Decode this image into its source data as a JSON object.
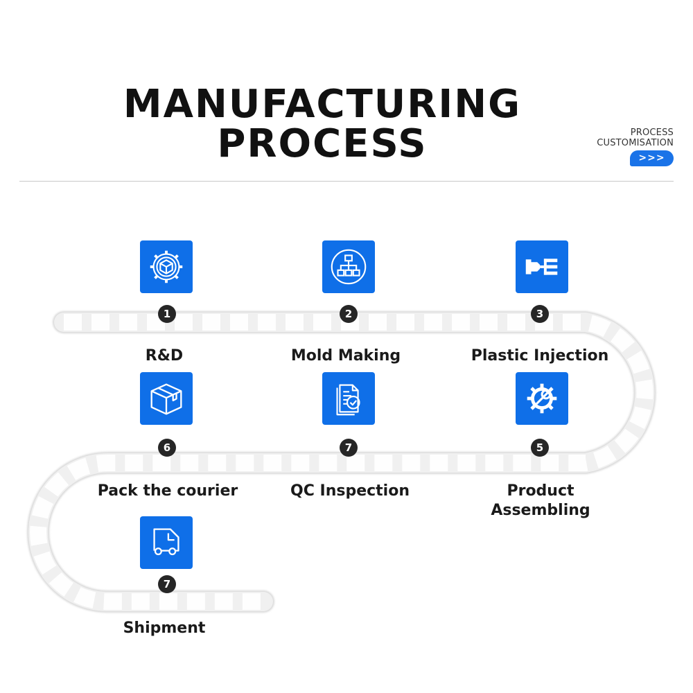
{
  "header": {
    "title_line1": "MANUFACTURING",
    "title_line2": "PROCESS",
    "customise_line1": "PROCESS",
    "customise_line2": "CUSTOMISATION",
    "arrow_label": ">>>"
  },
  "colors": {
    "accent": "#0f6fe8",
    "badge": "#262626",
    "track": "#ededed"
  },
  "steps": [
    {
      "number": "1",
      "label": "R&D",
      "icon": "gear-cube-icon"
    },
    {
      "number": "2",
      "label": "Mold Making",
      "icon": "hierarchy-icon"
    },
    {
      "number": "3",
      "label": "Plastic Injection",
      "icon": "injection-machine-icon"
    },
    {
      "number": "5",
      "label": "Product Assembling",
      "icon": "wrench-gear-icon"
    },
    {
      "number": "7",
      "label": "QC Inspection",
      "icon": "document-check-icon"
    },
    {
      "number": "6",
      "label": "Pack the courier",
      "icon": "package-box-icon"
    },
    {
      "number": "7",
      "label": "Shipment",
      "icon": "delivery-truck-icon"
    }
  ]
}
